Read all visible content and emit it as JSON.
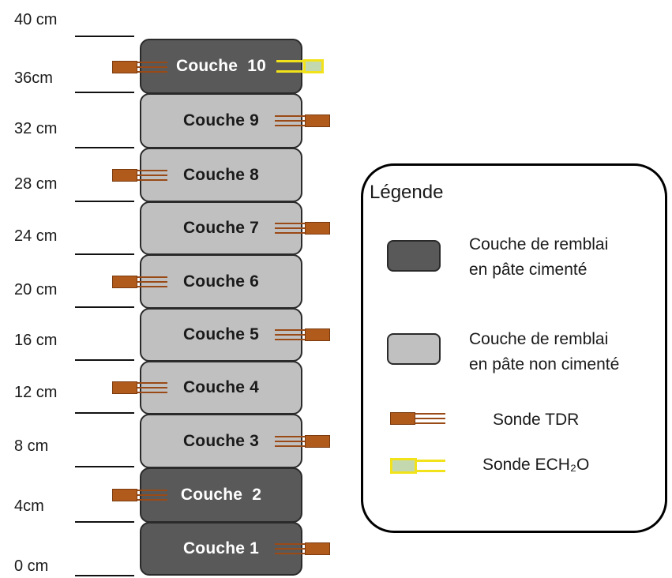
{
  "depth_labels": [
    "40 cm",
    "36cm",
    "32 cm",
    "28 cm",
    "24 cm",
    "20 cm",
    "16 cm",
    "12 cm",
    "8 cm",
    "4cm",
    "0 cm"
  ],
  "layers": [
    {
      "label": "Couche  10",
      "type": "cemented",
      "tdr_side": "left",
      "ech": true
    },
    {
      "label": "Couche 9",
      "type": "uncemented",
      "tdr_side": "right",
      "ech": false
    },
    {
      "label": "Couche 8",
      "type": "uncemented",
      "tdr_side": "left",
      "ech": false
    },
    {
      "label": "Couche 7",
      "type": "uncemented",
      "tdr_side": "right",
      "ech": false
    },
    {
      "label": "Couche 6",
      "type": "uncemented",
      "tdr_side": "left",
      "ech": false
    },
    {
      "label": "Couche 5",
      "type": "uncemented",
      "tdr_side": "right",
      "ech": false
    },
    {
      "label": "Couche 4",
      "type": "uncemented",
      "tdr_side": "left",
      "ech": false
    },
    {
      "label": "Couche 3",
      "type": "uncemented",
      "tdr_side": "right",
      "ech": false
    },
    {
      "label": "Couche  2",
      "type": "cemented",
      "tdr_side": "left",
      "ech": false
    },
    {
      "label": "Couche 1",
      "type": "cemented",
      "tdr_side": "right",
      "ech": false
    }
  ],
  "legend": {
    "title": "Légende",
    "cemented_line1": "Couche de remblai",
    "cemented_line2": "en pâte cimenté",
    "uncemented_line1": "Couche de remblai",
    "uncemented_line2": "en pâte non cimenté",
    "tdr": "Sonde TDR",
    "ech": "Sonde ECH₂O"
  },
  "colors": {
    "cemented": "#595959",
    "uncemented": "#c0c0c0",
    "tdr_probe": "#b05a1c",
    "ech_probe": "#f2e21a"
  }
}
